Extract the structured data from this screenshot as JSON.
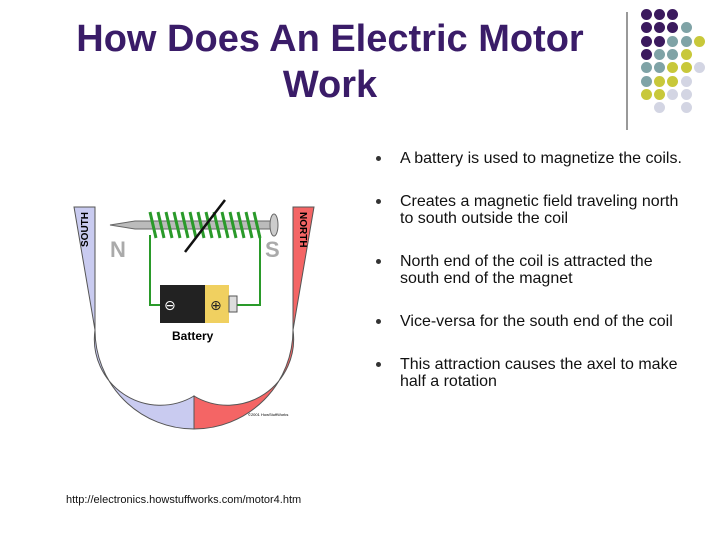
{
  "title": "How Does An Electric Motor Work",
  "bullets": [
    "A battery is used to magnetize the coils.",
    "Creates a magnetic field traveling north to south outside the coil",
    "North end of the coil is attracted the south end of the magnet",
    "Vice-versa for the south end of the coil",
    "This attraction causes the axel to make half a rotation"
  ],
  "diagram": {
    "south_label": "SOUTH",
    "north_label": "NORTH",
    "n_label": "N",
    "s_label": "S",
    "battery_label": "Battery",
    "minus": "⊖",
    "plus": "⊕",
    "copyright": "©2001 HowStuffWorks"
  },
  "source": "http://electronics.howstuffworks.com/motor4.htm",
  "colors": {
    "purple": "#3b1a5e",
    "teal": "#7fa3a6",
    "yellow": "#c8c83a",
    "light": "#d3d5e3",
    "title": "#3a1c68"
  },
  "dots": [
    [
      "P",
      "P",
      "P",
      "",
      ""
    ],
    [
      "P",
      "P",
      "P",
      "T",
      ""
    ],
    [
      "P",
      "P",
      "T",
      "T",
      "Y"
    ],
    [
      "P",
      "T",
      "T",
      "Y",
      ""
    ],
    [
      "T",
      "T",
      "Y",
      "Y",
      "L"
    ],
    [
      "T",
      "Y",
      "Y",
      "L",
      ""
    ],
    [
      "Y",
      "Y",
      "L",
      "L",
      ""
    ],
    [
      "",
      "L",
      "",
      "L",
      ""
    ]
  ]
}
